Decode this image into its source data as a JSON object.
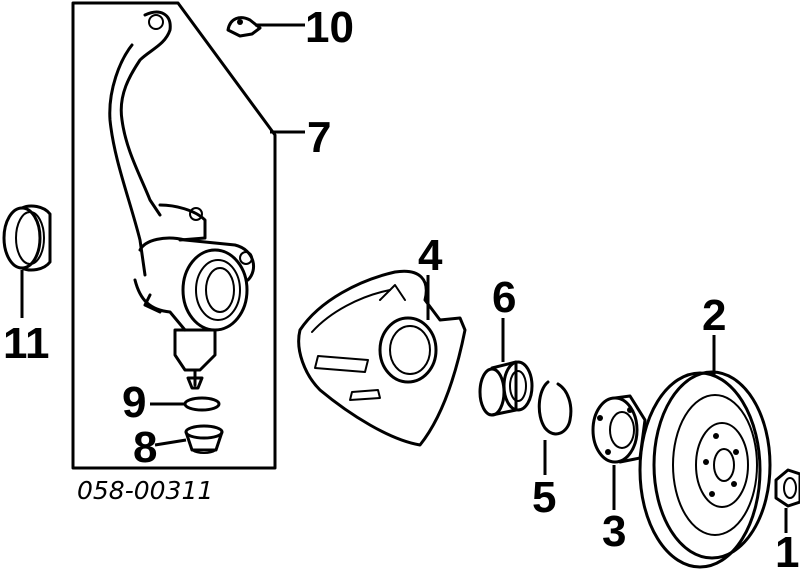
{
  "diagram": {
    "part_number": "058-00311",
    "callouts": [
      {
        "id": "1",
        "part": "hub-nut"
      },
      {
        "id": "2",
        "part": "brake-disc"
      },
      {
        "id": "3",
        "part": "wheel-hub"
      },
      {
        "id": "4",
        "part": "splash-shield"
      },
      {
        "id": "5",
        "part": "snap-ring"
      },
      {
        "id": "6",
        "part": "wheel-bearing"
      },
      {
        "id": "7",
        "part": "steering-knuckle"
      },
      {
        "id": "8",
        "part": "ball-joint-boot"
      },
      {
        "id": "9",
        "part": "boot-clip"
      },
      {
        "id": "10",
        "part": "retainer-clip"
      },
      {
        "id": "11",
        "part": "dust-seal"
      }
    ]
  }
}
